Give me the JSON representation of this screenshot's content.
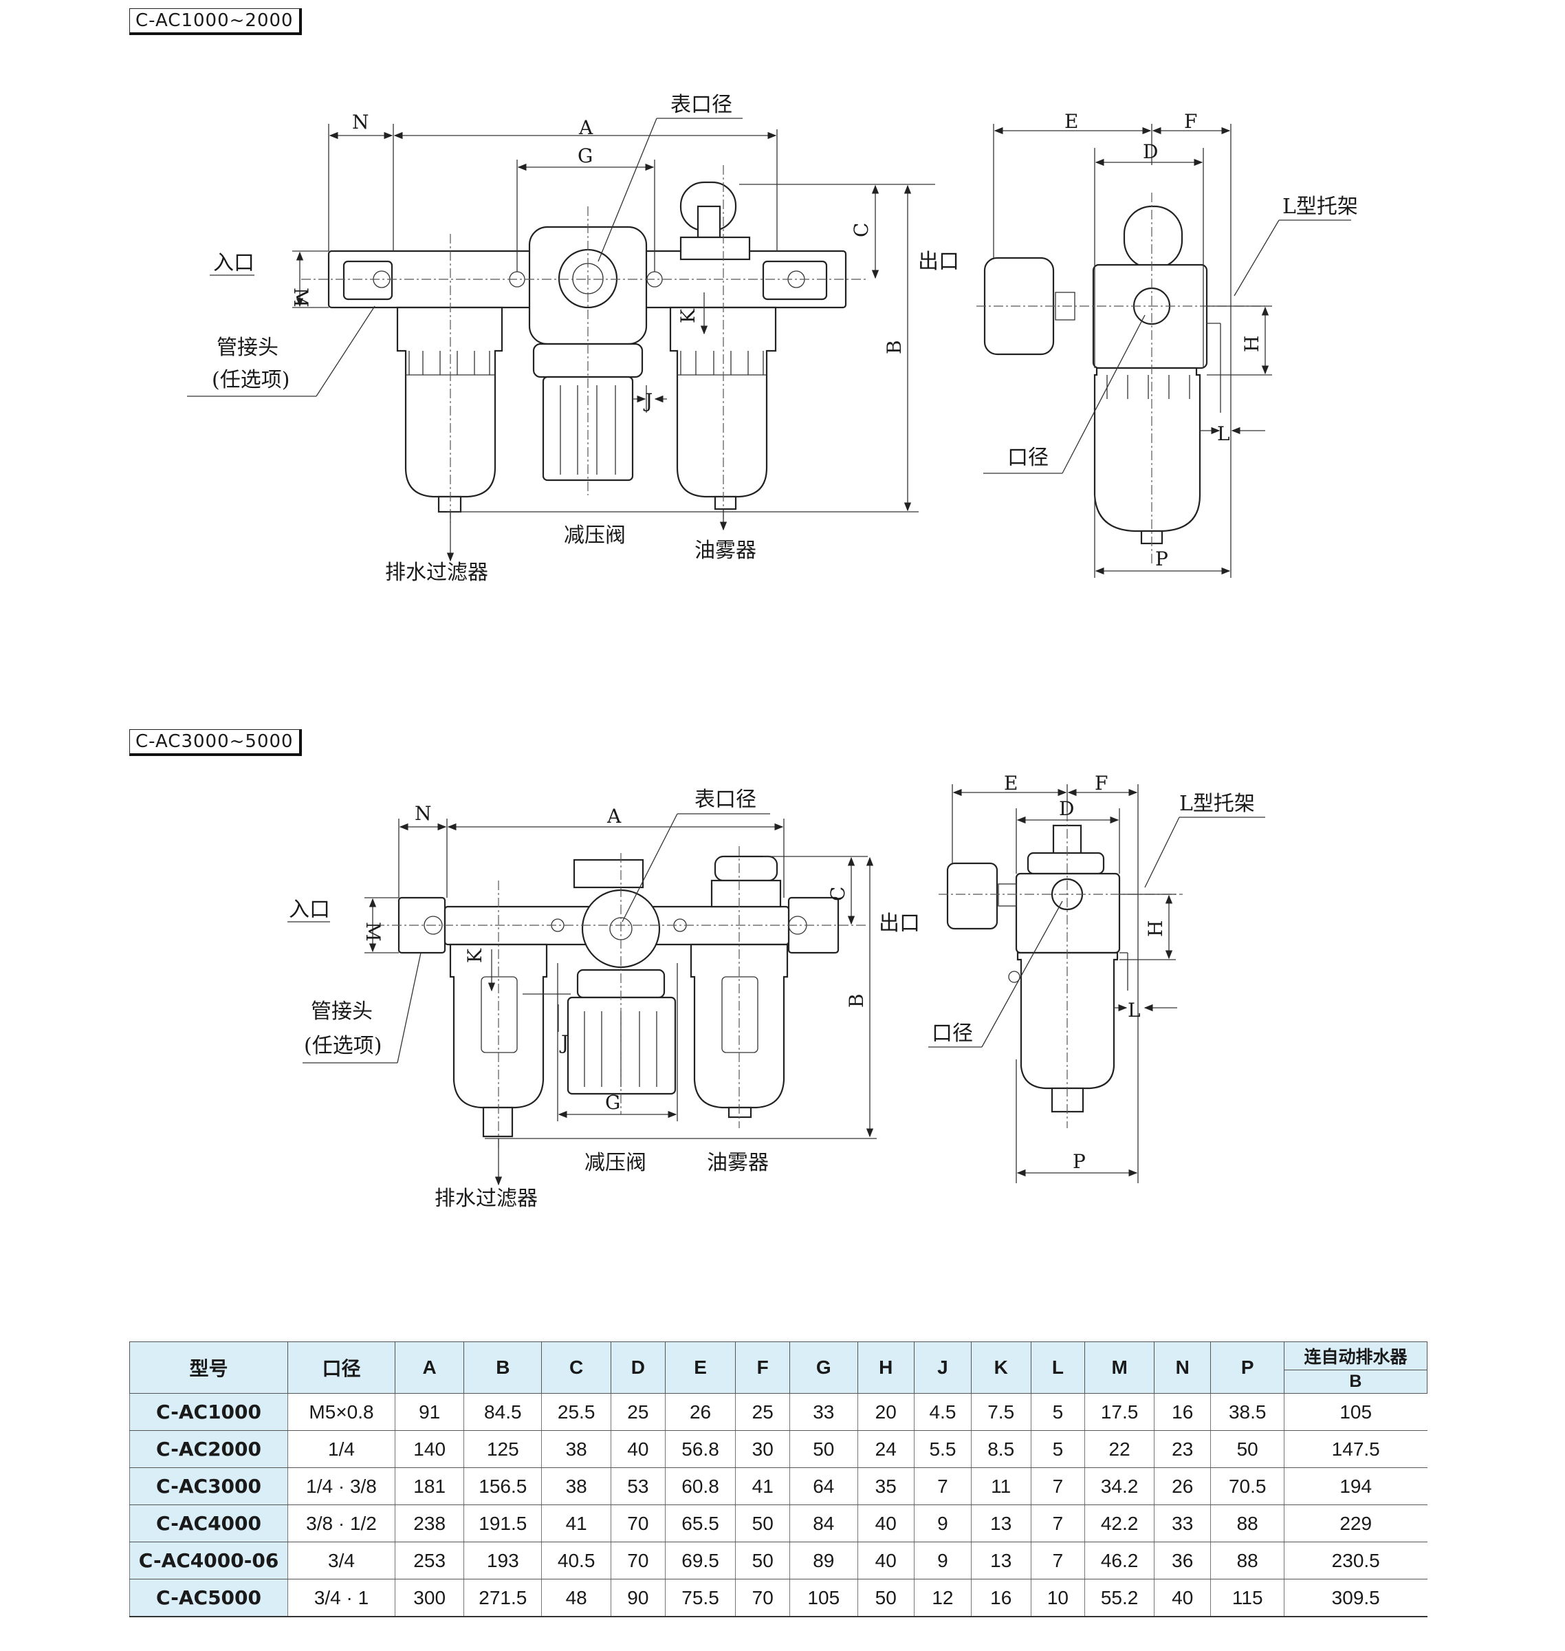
{
  "sections": [
    {
      "tag": "C-AC1000~2000"
    },
    {
      "tag": "C-AC3000~5000"
    }
  ],
  "labels": {
    "inlet": "入口",
    "outlet": "出口",
    "gauge_port": "表口径",
    "fitting": "管接头",
    "fitting_optional": "(任选项)",
    "regulator": "减压阀",
    "lubricator": "油雾器",
    "drain_filter": "排水过滤器",
    "l_bracket": "L型托架",
    "port_size": "口径"
  },
  "dims": [
    "A",
    "B",
    "C",
    "D",
    "E",
    "F",
    "G",
    "H",
    "J",
    "K",
    "L",
    "M",
    "N",
    "P"
  ],
  "table": {
    "headers": [
      "型号",
      "口径",
      "A",
      "B",
      "C",
      "D",
      "E",
      "F",
      "G",
      "H",
      "J",
      "K",
      "L",
      "M",
      "N",
      "P"
    ],
    "auto_drain_header": "连自动排水器",
    "auto_drain_sub": "B",
    "rows": [
      [
        "C-AC1000",
        "M5×0.8",
        "91",
        "84.5",
        "25.5",
        "25",
        "26",
        "25",
        "33",
        "20",
        "4.5",
        "7.5",
        "5",
        "17.5",
        "16",
        "38.5",
        "105"
      ],
      [
        "C-AC2000",
        "1/4",
        "140",
        "125",
        "38",
        "40",
        "56.8",
        "30",
        "50",
        "24",
        "5.5",
        "8.5",
        "5",
        "22",
        "23",
        "50",
        "147.5"
      ],
      [
        "C-AC3000",
        "1/4 · 3/8",
        "181",
        "156.5",
        "38",
        "53",
        "60.8",
        "41",
        "64",
        "35",
        "7",
        "11",
        "7",
        "34.2",
        "26",
        "70.5",
        "194"
      ],
      [
        "C-AC4000",
        "3/8 · 1/2",
        "238",
        "191.5",
        "41",
        "70",
        "65.5",
        "50",
        "84",
        "40",
        "9",
        "13",
        "7",
        "42.2",
        "33",
        "88",
        "229"
      ],
      [
        "C-AC4000-06",
        "3/4",
        "253",
        "193",
        "40.5",
        "70",
        "69.5",
        "50",
        "89",
        "40",
        "9",
        "13",
        "7",
        "46.2",
        "36",
        "88",
        "230.5"
      ],
      [
        "C-AC5000",
        "3/4 · 1",
        "300",
        "271.5",
        "48",
        "90",
        "75.5",
        "70",
        "105",
        "50",
        "12",
        "16",
        "10",
        "55.2",
        "40",
        "115",
        "309.5"
      ]
    ]
  }
}
